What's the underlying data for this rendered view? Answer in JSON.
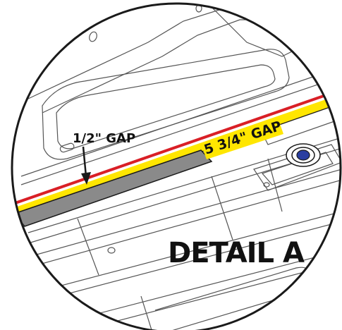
{
  "detail": {
    "title": "DETAIL A"
  },
  "callouts": {
    "half_inch_gap": "1/2\" GAP",
    "five_three_quarter_gap": "5 3/4\" GAP"
  },
  "colors": {
    "red_line": "#d91f26",
    "yellow_band": "#ffe600",
    "gray_strip": "#8a8a8a",
    "fastener_blue": "#2b3fa0",
    "outline": "#1a1a1a",
    "linework": "#555555"
  },
  "icons": {
    "pointer": "arrow-down-icon",
    "fastener": "bolt-head-icon"
  }
}
